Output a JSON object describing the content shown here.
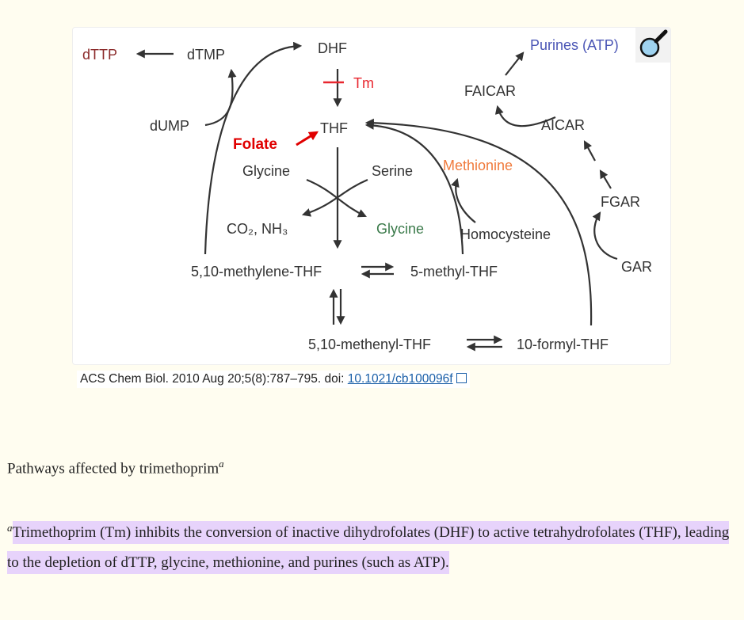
{
  "figure": {
    "labels": {
      "dttp": "dTTP",
      "dtmp": "dTMP",
      "dhf": "DHF",
      "tm": "Tm",
      "purines": "Purines (ATP)",
      "faicar": "FAICAR",
      "dump": "dUMP",
      "thf": "THF",
      "folate": "Folate",
      "aicar": "AICAR",
      "glycine_in": "Glycine",
      "serine": "Serine",
      "methionine": "Methionine",
      "fgar": "FGAR",
      "co2_nh3": "CO₂, NH₃",
      "glycine_out": "Glycine",
      "homocysteine": "Homocysteine",
      "gar": "GAR",
      "methylene_thf": "5,10-methylene-THF",
      "methyl_thf": "5-methyl-THF",
      "methenyl_thf": "5,10-methenyl-THF",
      "formyl_thf": "10-formyl-THF"
    },
    "colors": {
      "dttp": "#8b2a2a",
      "tm": "#e8262e",
      "purines": "#4a55b5",
      "folate": "#e00000",
      "methionine": "#f07a3c",
      "glycine_out": "#3a7a4a"
    }
  },
  "caption": {
    "citation": "ACS Chem Biol. 2010 Aug 20;5(8):787–795. doi: ",
    "doi": "10.1021/cb100096f"
  },
  "title": {
    "text": "Pathways affected by trimethoprim",
    "sup": "a"
  },
  "footnote": {
    "sup": "a",
    "text": "Trimethoprim (Tm) inhibits the conversion of inactive dihydrofolates (DHF) to active tetrahydrofolates (THF), leading to the depletion of dTTP, glycine, methionine, and purines (such as ATP)."
  }
}
